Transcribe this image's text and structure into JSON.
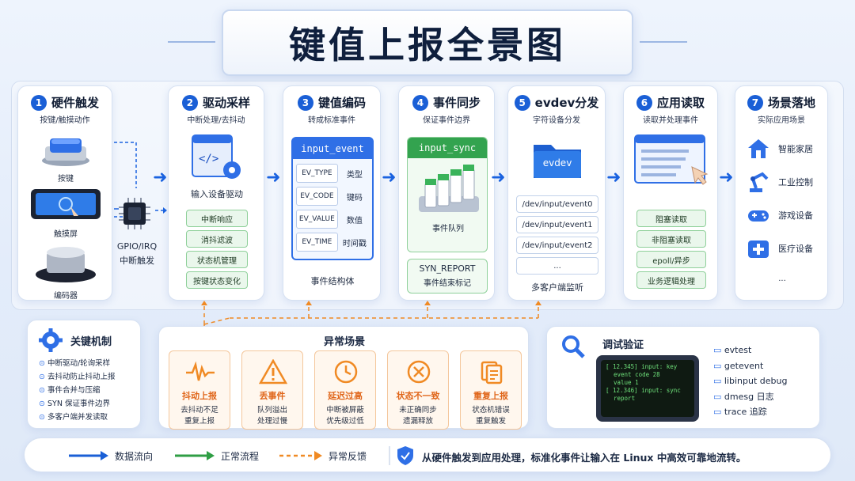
{
  "title": "键值上报全景图",
  "stages": [
    {
      "num": "1",
      "title": "硬件触发",
      "subtitle": "按键/触摸动作",
      "items": [
        "按键",
        "触摸屏",
        "编码器"
      ],
      "chip_label_1": "GPIO/IRQ",
      "chip_label_2": "中断触发"
    },
    {
      "num": "2",
      "title": "驱动采样",
      "subtitle": "中断处理/去抖动",
      "icon_label": "输入设备驱动",
      "pills": [
        "中断响应",
        "消抖滤波",
        "状态机管理",
        "按键状态变化"
      ]
    },
    {
      "num": "3",
      "title": "键值编码",
      "subtitle": "转成标准事件",
      "struct_name": "input_event",
      "fields": [
        [
          "EV_TYPE",
          "类型"
        ],
        [
          "EV_CODE",
          "键码"
        ],
        [
          "EV_VALUE",
          "数值"
        ],
        [
          "EV_TIME",
          "时间戳"
        ]
      ],
      "footer": "事件结构体"
    },
    {
      "num": "4",
      "title": "事件同步",
      "subtitle": "保证事件边界",
      "sync_name": "input_sync",
      "queue_label": "事件队列",
      "report_1": "SYN_REPORT",
      "report_2": "事件结束标记"
    },
    {
      "num": "5",
      "title": "evdev分发",
      "subtitle": "字符设备分发",
      "folder_label": "evdev",
      "paths": [
        "/dev/input/event0",
        "/dev/input/event1",
        "/dev/input/event2",
        "..."
      ],
      "footer": "多客户端监听"
    },
    {
      "num": "6",
      "title": "应用读取",
      "subtitle": "读取并处理事件",
      "pills": [
        "阻塞读取",
        "非阻塞读取",
        "epoll/异步",
        "业务逻辑处理"
      ]
    },
    {
      "num": "7",
      "title": "场景落地",
      "subtitle": "实际应用场景",
      "scenes": [
        "智能家居",
        "工业控制",
        "游戏设备",
        "医疗设备",
        "..."
      ]
    }
  ],
  "key_mech": {
    "title": "关键机制",
    "items": [
      "中断驱动/轮询采样",
      "去抖动防止抖动上报",
      "事件合并与压缩",
      "SYN 保证事件边界",
      "多客户端并发读取"
    ]
  },
  "anomaly": {
    "title": "异常场景",
    "cards": [
      {
        "title": "抖动上报",
        "desc1": "去抖动不足",
        "desc2": "重复上报"
      },
      {
        "title": "丢事件",
        "desc1": "队列溢出",
        "desc2": "处理过慢"
      },
      {
        "title": "延迟过高",
        "desc1": "中断被屏蔽",
        "desc2": "优先级过低"
      },
      {
        "title": "状态不一致",
        "desc1": "未正确同步",
        "desc2": "遗漏释放"
      },
      {
        "title": "重复上报",
        "desc1": "状态机错误",
        "desc2": "重复触发"
      }
    ]
  },
  "debug": {
    "title": "调试验证",
    "terminal": [
      "[ 12.345] input: key",
      "event code 28",
      "value 1",
      "[ 12.346] input: sync",
      "report"
    ],
    "tools": [
      "evtest",
      "getevent",
      "libinput debug",
      "dmesg 日志",
      "trace 追踪"
    ]
  },
  "legend": {
    "data_flow": "数据流向",
    "normal": "正常流程",
    "abnormal": "异常反馈",
    "summary": "从硬件触发到应用处理，标准化事件让输入在 Linux 中高效可靠地流转。"
  },
  "colors": {
    "primary": "#1a5fd6",
    "green": "#2f9e44",
    "orange": "#f08a24"
  }
}
